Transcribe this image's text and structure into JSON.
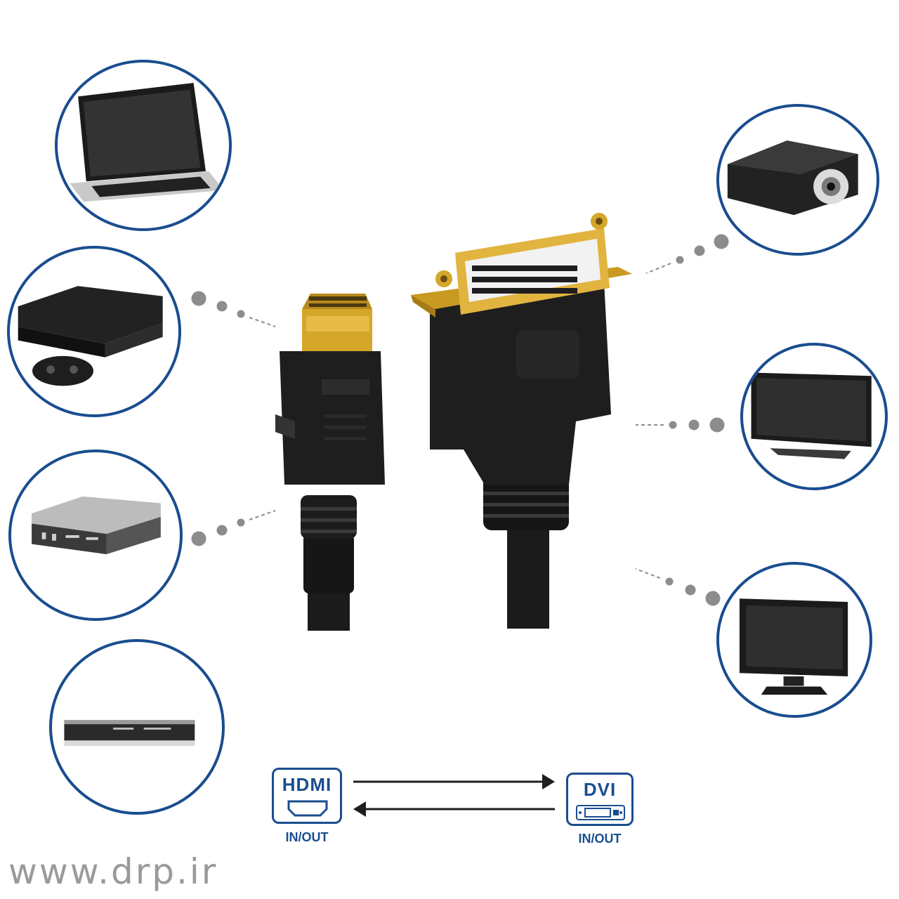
{
  "devices_left": [
    {
      "name": "laptop-icon"
    },
    {
      "name": "game-console-icon"
    },
    {
      "name": "mini-pc-icon"
    },
    {
      "name": "dvd-player-icon"
    }
  ],
  "devices_right": [
    {
      "name": "projector-icon"
    },
    {
      "name": "television-icon"
    },
    {
      "name": "monitor-icon"
    }
  ],
  "hdmi": {
    "title": "HDMI",
    "direction": "IN/OUT"
  },
  "dvi": {
    "title": "DVI",
    "direction": "IN/OUT"
  },
  "watermark": "www.drp.ir",
  "colors": {
    "accent": "#1a4d8f",
    "gold": "#d4a62a",
    "cable": "#1b1b1b",
    "dots": "#8c8c8c"
  }
}
